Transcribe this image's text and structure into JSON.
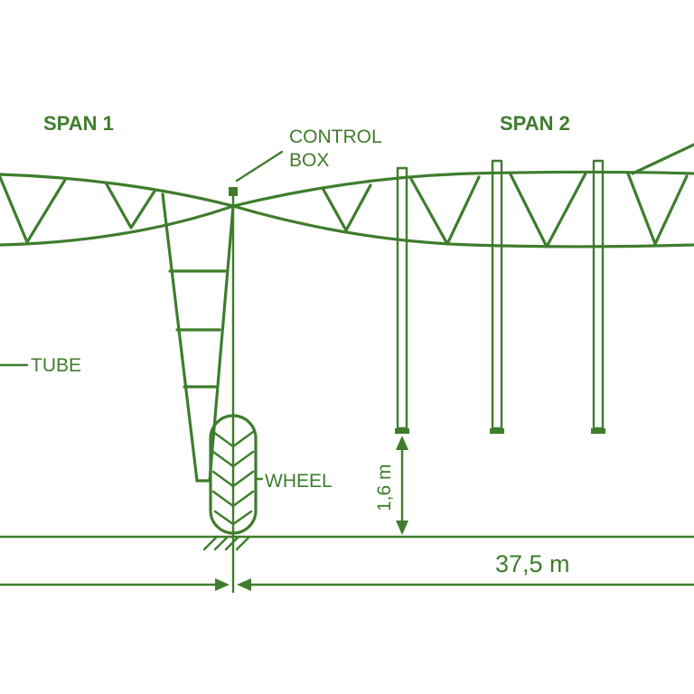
{
  "labels": {
    "span1": "SPAN 1",
    "span2": "SPAN 2",
    "control_box_line1": "CONTROL",
    "control_box_line2": "BOX",
    "tube": "TUBE",
    "wheel": "WHEEL",
    "height": "1,6 m",
    "length": "37,5 m"
  },
  "colors": {
    "stroke": "#3e7d2c",
    "background": "#ffffff"
  }
}
